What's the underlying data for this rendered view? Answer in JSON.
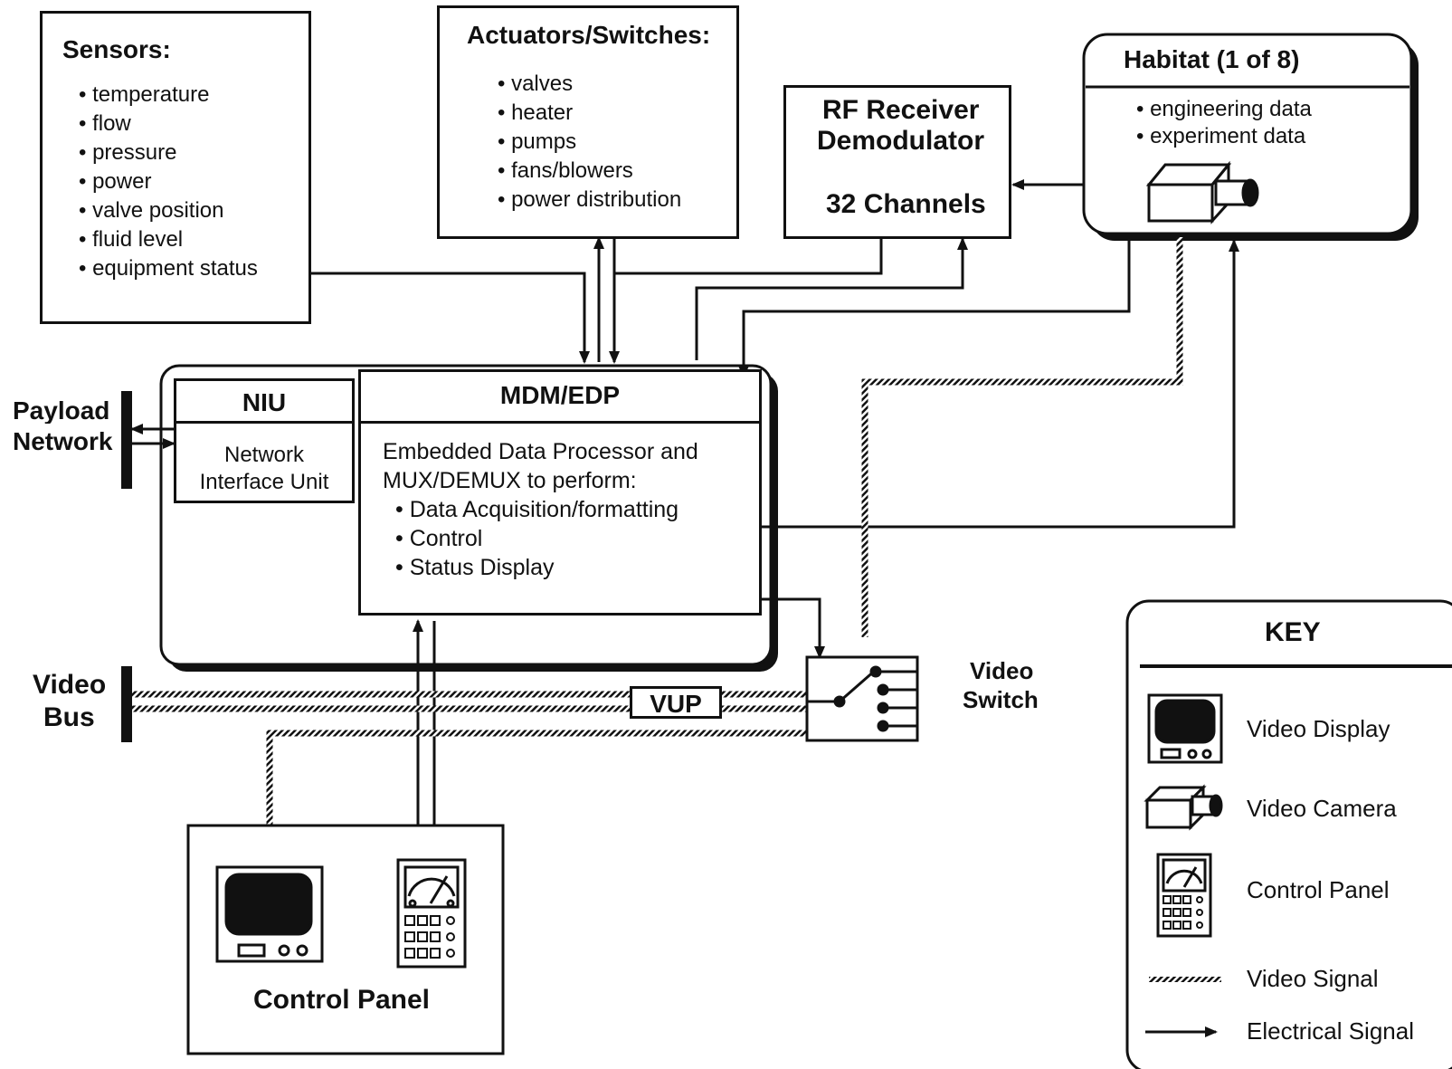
{
  "sensors": {
    "title": "Sensors:",
    "items": [
      "temperature",
      "flow",
      "pressure",
      "power",
      "valve position",
      "fluid level",
      "equipment status"
    ]
  },
  "actuators": {
    "title": "Actuators/Switches:",
    "items": [
      "valves",
      "heater",
      "pumps",
      "fans/blowers",
      "power distribution"
    ]
  },
  "rf_receiver": {
    "line1": "RF Receiver",
    "line2": "Demodulator",
    "channels": "32 Channels"
  },
  "habitat": {
    "title": "Habitat (1 of 8)",
    "items": [
      "engineering data",
      "experiment data"
    ]
  },
  "payload_network": {
    "line1": "Payload",
    "line2": "Network"
  },
  "niu": {
    "title": "NIU",
    "line1": "Network",
    "line2": "Interface Unit"
  },
  "mdm": {
    "title": "MDM/EDP",
    "line1": "Embedded Data Processor and",
    "line2": "MUX/DEMUX to perform:",
    "items": [
      "Data Acquisition/formatting",
      "Control",
      "Status Display"
    ]
  },
  "video_bus": {
    "line1": "Video",
    "line2": "Bus"
  },
  "vup": "VUP",
  "video_switch": {
    "line1": "Video",
    "line2": "Switch"
  },
  "control_panel": "Control Panel",
  "key": {
    "title": "KEY",
    "entries": [
      {
        "icon": "video-display-icon",
        "label": "Video Display"
      },
      {
        "icon": "video-camera-icon",
        "label": "Video Camera"
      },
      {
        "icon": "control-panel-icon",
        "label": "Control Panel"
      },
      {
        "icon": "video-signal-icon",
        "label": "Video Signal"
      },
      {
        "icon": "electrical-signal-icon",
        "label": "Electrical Signal"
      }
    ]
  },
  "colors": {
    "ink": "#111111",
    "background": "#ffffff",
    "screen": "#111111"
  }
}
